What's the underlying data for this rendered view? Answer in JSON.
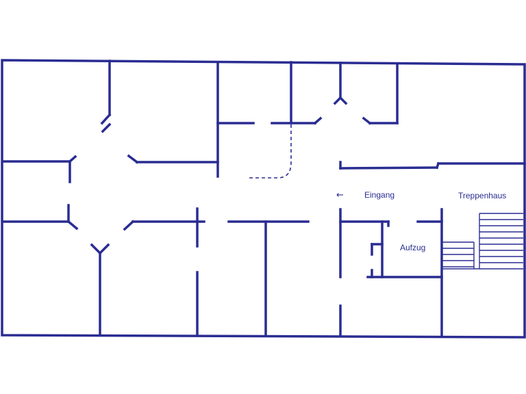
{
  "labels": {
    "entrance": "Eingang",
    "stairwell": "Treppenhaus",
    "elevator": "Aufzug"
  },
  "icons": {
    "entrance_arrow": "←"
  },
  "colors": {
    "line": "#2a2c92",
    "background": "#ffffff"
  }
}
